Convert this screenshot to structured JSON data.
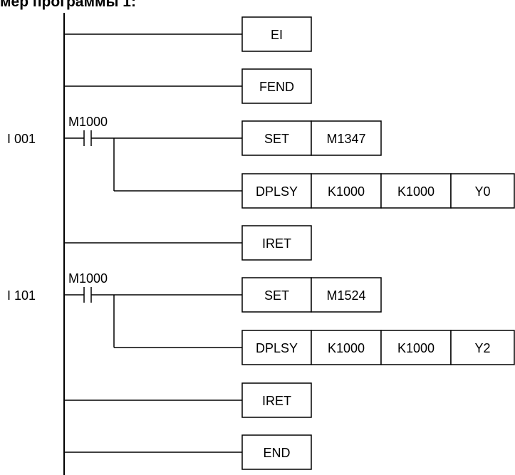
{
  "title": "мер программы 1:",
  "rungs": [
    {
      "label": "",
      "contact": "",
      "cells": [
        "EI"
      ]
    },
    {
      "label": "",
      "contact": "",
      "cells": [
        "FEND"
      ]
    },
    {
      "label": "I 001",
      "contact": "M1000",
      "cells": [
        "SET",
        "M1347"
      ]
    },
    {
      "label": "",
      "contact": "",
      "cells": [
        "DPLSY",
        "K1000",
        "K1000",
        "Y0"
      ]
    },
    {
      "label": "",
      "contact": "",
      "cells": [
        "IRET"
      ]
    },
    {
      "label": "I 101",
      "contact": "M1000",
      "cells": [
        "SET",
        "M1524"
      ]
    },
    {
      "label": "",
      "contact": "",
      "cells": [
        "DPLSY",
        "K1000",
        "K1000",
        "Y2"
      ]
    },
    {
      "label": "",
      "contact": "",
      "cells": [
        "IRET"
      ]
    },
    {
      "label": "",
      "contact": "",
      "cells": [
        "END"
      ]
    }
  ]
}
